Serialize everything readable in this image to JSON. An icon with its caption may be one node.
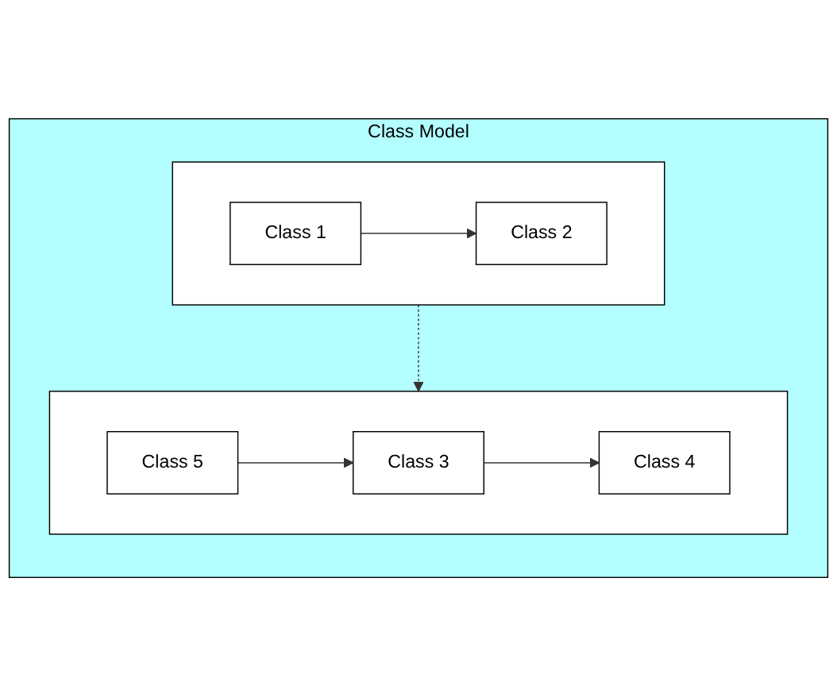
{
  "diagram": {
    "nodes": [
      {
        "text": [
          "Class Model"
        ]
      },
      {
        "text": [],
        "shape": "box",
        "in": 0
      },
      {
        "text": [
          "Class 1"
        ],
        "in": 1
      },
      {
        "text": [
          "Class 2"
        ],
        "in": 1
      },
      {
        "text": [],
        "shape": "box",
        "in": 0
      },
      {
        "text": [
          "Class 3"
        ],
        "in": 4
      },
      {
        "text": [
          "Class 4"
        ],
        "in": 4
      },
      {
        "text": [
          "Class 5"
        ],
        "in": 4
      }
    ],
    "edges": [
      {
        "from": 2,
        "to": 3,
        "arrow": "to"
      },
      {
        "from": 1,
        "to": 4,
        "arrow": "to",
        "style": "dashed"
      },
      {
        "from": 5,
        "to": 6,
        "arrow": "to"
      },
      {
        "from": 7,
        "to": 5,
        "arrow": "to"
      }
    ]
  }
}
